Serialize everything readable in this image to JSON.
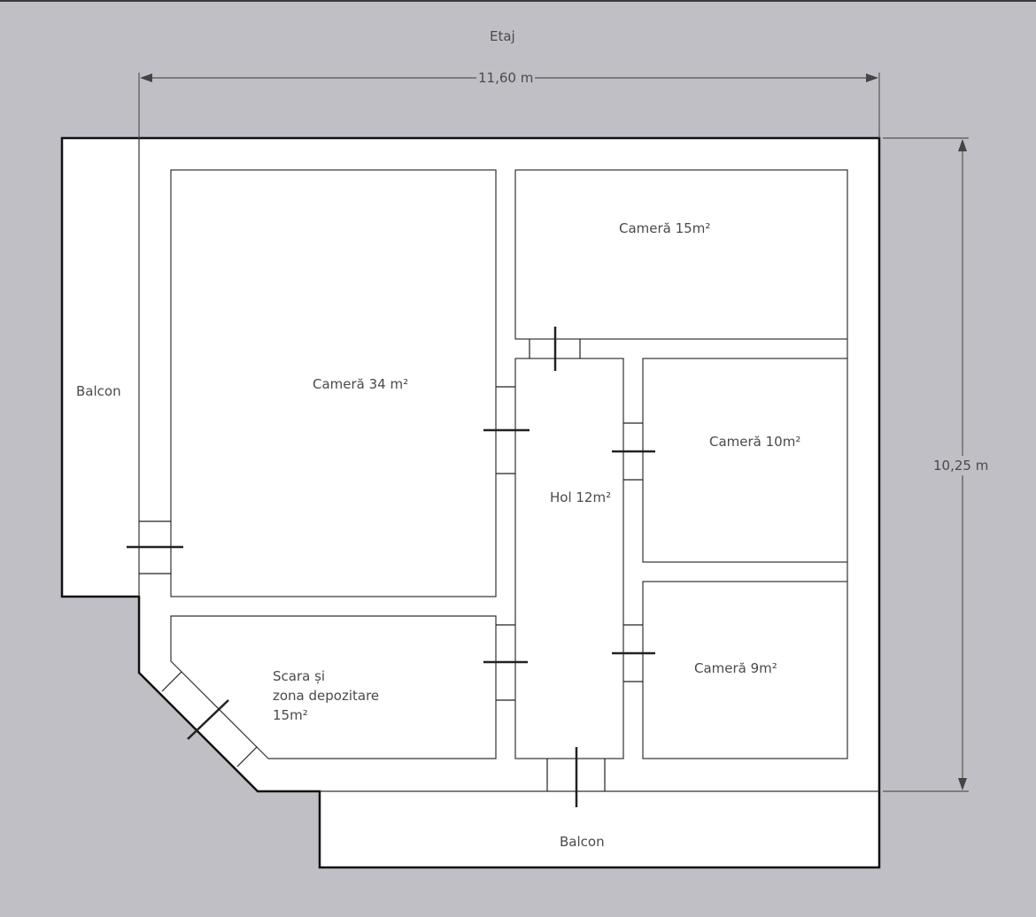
{
  "title": "Etaj",
  "dimensions": {
    "width": "11,60 m",
    "height": "10,25 m"
  },
  "rooms": [
    {
      "id": "camera-34",
      "label": "Cameră 34 m²"
    },
    {
      "id": "camera-15",
      "label": "Cameră 15m²"
    },
    {
      "id": "camera-10",
      "label": "Cameră 10m²"
    },
    {
      "id": "camera-9",
      "label": "Cameră 9m²"
    },
    {
      "id": "hol",
      "label": "Hol 12m²"
    },
    {
      "id": "scara",
      "label": "Scara și\nzona depozitare\n15m²"
    },
    {
      "id": "balcon-left",
      "label": "Balcon"
    },
    {
      "id": "balcon-bottom",
      "label": "Balcon"
    }
  ],
  "colors": {
    "background": "#c0bfc5",
    "floor": "#ffffff",
    "outer_wall": "#111111",
    "inner_line": "#333333",
    "dimension_line": "#555555",
    "text": "#4a4a4a"
  }
}
